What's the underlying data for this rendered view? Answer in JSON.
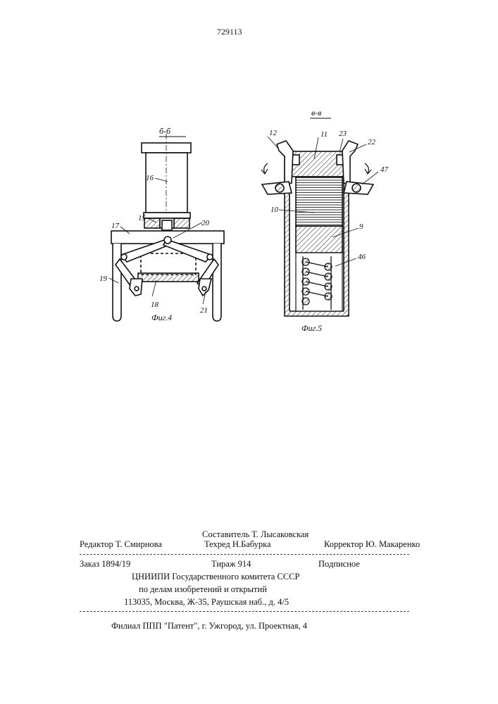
{
  "page_number": "729113",
  "figure4": {
    "section": "б-б",
    "caption": "Фиг.4",
    "labels": {
      "l16": "16",
      "l15": "15",
      "l17": "17",
      "l20": "20",
      "l19": "19",
      "l18": "18",
      "l21": "21"
    }
  },
  "figure5": {
    "section": "в-в",
    "caption": "Фиг.5",
    "labels": {
      "l12": "12",
      "l11": "11",
      "l23": "23",
      "l22": "22",
      "l47": "47",
      "l10": "10",
      "l9": "9",
      "l46": "46"
    }
  },
  "imprint": {
    "compiler": "Составитель  Т.  Лысаковская",
    "editor": "Редактор  Т.  Смирнова",
    "techred": "Техред  Н.Бабурка",
    "corrector": "Корректор Ю.  Макаренко",
    "order": "Заказ  1894/19",
    "circulation": "Тираж  914",
    "subscription": "Подписное",
    "org1": "ЦНИИПИ  Государственного  комитета  СССР",
    "org2": "по делам  изобретений  и  открытий",
    "address": "113035,  Москва,  Ж-35,  Раушская  наб.,  д.  4/5",
    "branch": "Филиал  ППП  \"Патент\",  г.  Ужгород,  ул.  Проектная,  4"
  }
}
